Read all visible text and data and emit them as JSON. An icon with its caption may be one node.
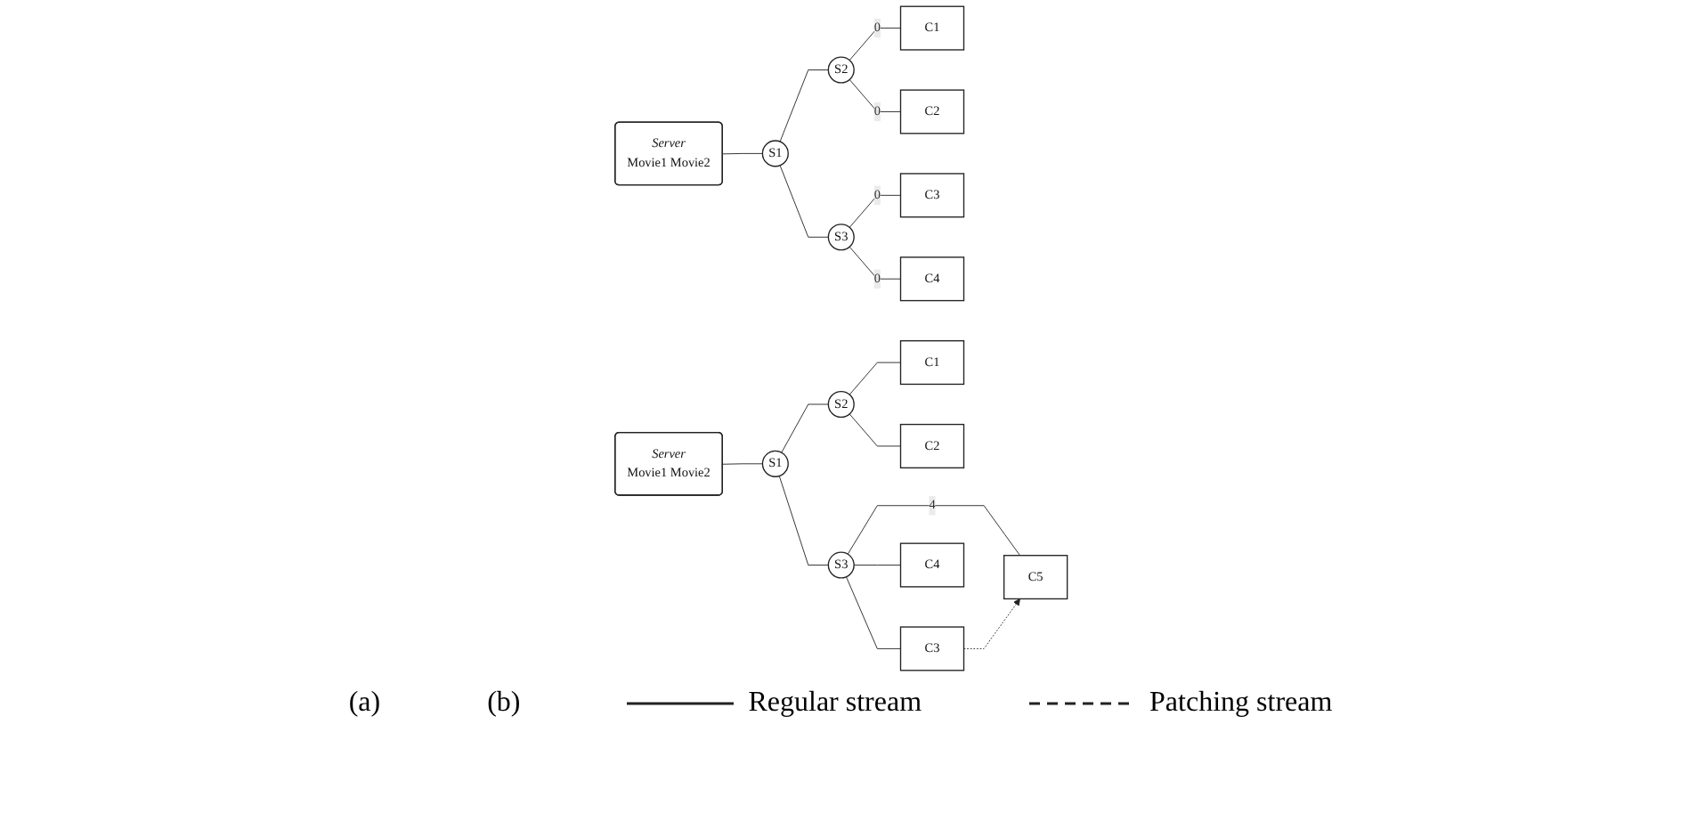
{
  "diagram": {
    "nodes": [
      {
        "text": [
          "Server",
          "Movie1 Movie2"
        ]
      },
      {
        "text": [
          "S1"
        ]
      },
      {
        "text": [
          "S2"
        ]
      },
      {
        "text": [
          "C1"
        ]
      },
      {
        "text": [
          "C2"
        ]
      },
      {
        "text": [
          "S3"
        ]
      },
      {
        "text": [
          "C3"
        ]
      },
      {
        "text": [
          "C4"
        ]
      },
      {
        "text": [
          "Server",
          "Movie1 Movie2"
        ]
      },
      {
        "text": [
          "S1"
        ]
      },
      {
        "text": [
          "S2"
        ]
      },
      {
        "text": [
          "C1"
        ]
      },
      {
        "text": [
          "C2"
        ]
      },
      {
        "text": [
          "S3"
        ]
      },
      {
        "text": [
          "C3"
        ]
      },
      {
        "text": [
          "C5"
        ]
      },
      {
        "text": [
          "C4"
        ]
      }
    ],
    "edges": [
      {
        "from": 0,
        "to": 1,
        "arrow": "none"
      },
      {
        "from": 1,
        "to": 2,
        "arrow": "none"
      },
      {
        "from": 1,
        "to": 5,
        "arrow": "none"
      },
      {
        "from": 2,
        "to": 3,
        "arrow": "none",
        "label": "0"
      },
      {
        "from": 2,
        "to": 4,
        "arrow": "none",
        "label": "0"
      },
      {
        "from": 5,
        "to": 6,
        "arrow": "none",
        "label": "0"
      },
      {
        "from": 5,
        "to": 7,
        "arrow": "none",
        "label": "0"
      },
      {
        "from": 8,
        "to": 9,
        "arrow": "none"
      },
      {
        "from": 9,
        "to": 10,
        "arrow": "none"
      },
      {
        "from": 9,
        "to": 13,
        "arrow": "none"
      },
      {
        "from": 10,
        "to": 11,
        "arrow": "none"
      },
      {
        "from": 10,
        "to": 12,
        "arrow": "none"
      },
      {
        "from": 13,
        "to": 14,
        "arrow": "none"
      },
      {
        "from": 13,
        "to": 15,
        "arrow": "none",
        "label": "4"
      },
      {
        "from": 13,
        "to": 16,
        "arrow": "none"
      },
      {
        "from": 14,
        "to": 15,
        "arrow": "to",
        "style": "dashed"
      }
    ],
    "labels": [
      "(a)",
      "(b)"
    ],
    "legend": [
      {
        "text": "Regular stream"
      },
      {
        "text": "Patching stream"
      }
    ]
  }
}
